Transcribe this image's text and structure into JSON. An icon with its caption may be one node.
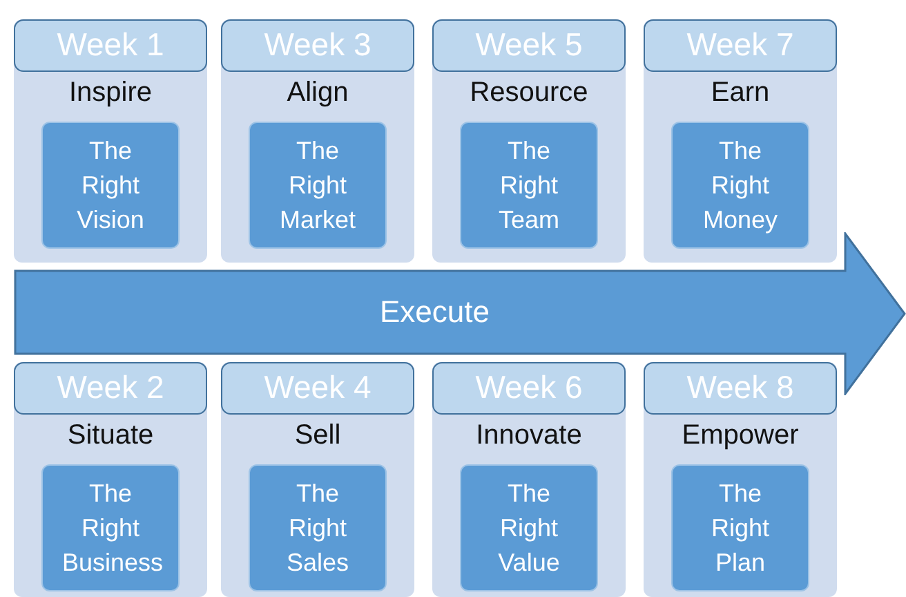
{
  "diagram": {
    "nodes": [
      {
        "text": [
          "Inspire"
        ]
      },
      {
        "text": [
          "Week 1"
        ],
        "in": 0
      },
      {
        "text": [
          "The Right Vision"
        ],
        "in": 0
      },
      {
        "text": [
          "Align"
        ]
      },
      {
        "text": [
          "Week 3"
        ],
        "in": 3
      },
      {
        "text": [
          "The Right Market"
        ],
        "in": 3
      },
      {
        "text": [
          "Resource"
        ]
      },
      {
        "text": [
          "Week 5"
        ],
        "in": 6
      },
      {
        "text": [
          "The Right Team"
        ],
        "in": 6
      },
      {
        "text": [
          "Earn"
        ]
      },
      {
        "text": [
          "Week 7"
        ],
        "in": 9
      },
      {
        "text": [
          "The Right Money"
        ],
        "in": 9
      },
      {
        "text": [
          "Execute"
        ]
      },
      {
        "text": [
          "Situate"
        ]
      },
      {
        "text": [
          "Week 2"
        ],
        "in": 13
      },
      {
        "text": [
          "The Right Business"
        ],
        "in": 13
      },
      {
        "text": [
          "Sell"
        ]
      },
      {
        "text": [
          "Week 4"
        ],
        "in": 16
      },
      {
        "text": [
          "The Right Sales"
        ],
        "in": 16
      },
      {
        "text": [
          "Innovate"
        ]
      },
      {
        "text": [
          "Week 6"
        ],
        "in": 19
      },
      {
        "text": [
          "The Right Value"
        ],
        "in": 19
      },
      {
        "text": [
          "Empower"
        ]
      },
      {
        "text": [
          "Week 8"
        ],
        "in": 22
      },
      {
        "text": [
          "The Right Plan"
        ],
        "in": 22
      }
    ],
    "edges": []
  }
}
